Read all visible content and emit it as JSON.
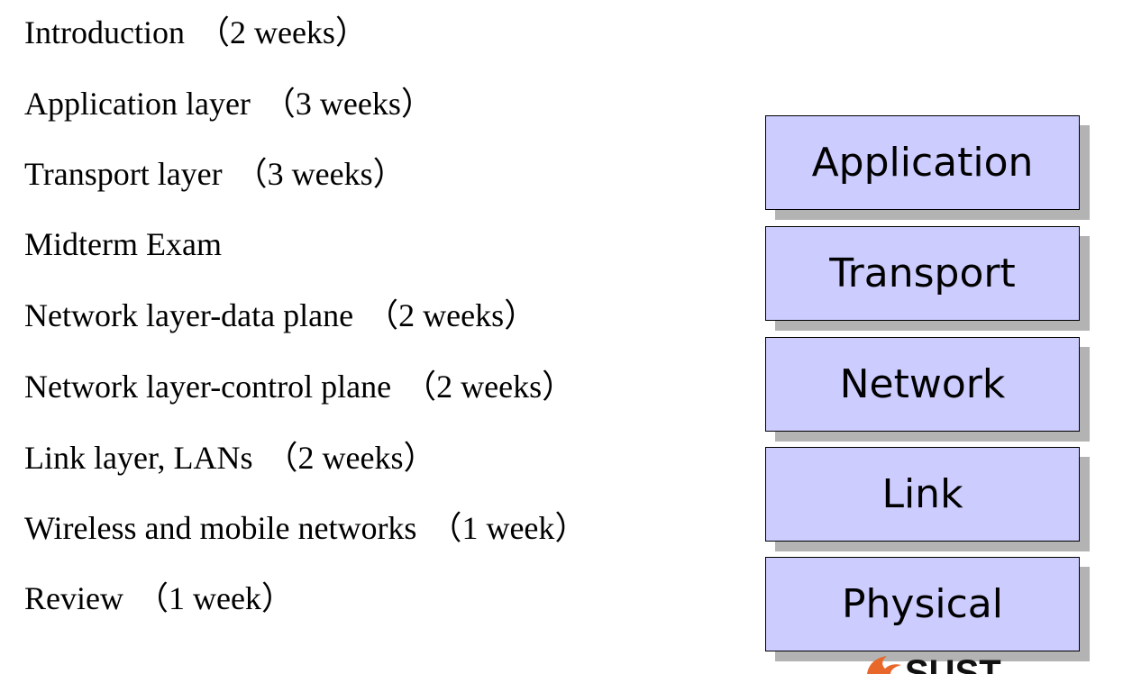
{
  "topics": [
    {
      "label": "Introduction",
      "duration": "（2 weeks）"
    },
    {
      "label": "Application layer",
      "duration": "（3 weeks）"
    },
    {
      "label": "Transport layer",
      "duration": "（3 weeks）"
    },
    {
      "label": "Midterm Exam",
      "duration": ""
    },
    {
      "label": "Network layer-data plane",
      "duration": "（2 weeks）"
    },
    {
      "label": "Network layer-control plane",
      "duration": "（2 weeks）"
    },
    {
      "label": "Link layer, LANs",
      "duration": "（2 weeks）"
    },
    {
      "label": "Wireless and mobile networks",
      "duration": "（1 week）"
    },
    {
      "label": "Review",
      "duration": "（1 week）"
    }
  ],
  "stack": {
    "layers": [
      "Application",
      "Transport",
      "Network",
      "Link",
      "Physical"
    ]
  },
  "colors": {
    "layer_fill": "#ccccff",
    "layer_border": "#000000",
    "layer_shadow": "#b3b3b3",
    "logo_accent": "#e8672a"
  },
  "logo": {
    "text": "SUST"
  }
}
